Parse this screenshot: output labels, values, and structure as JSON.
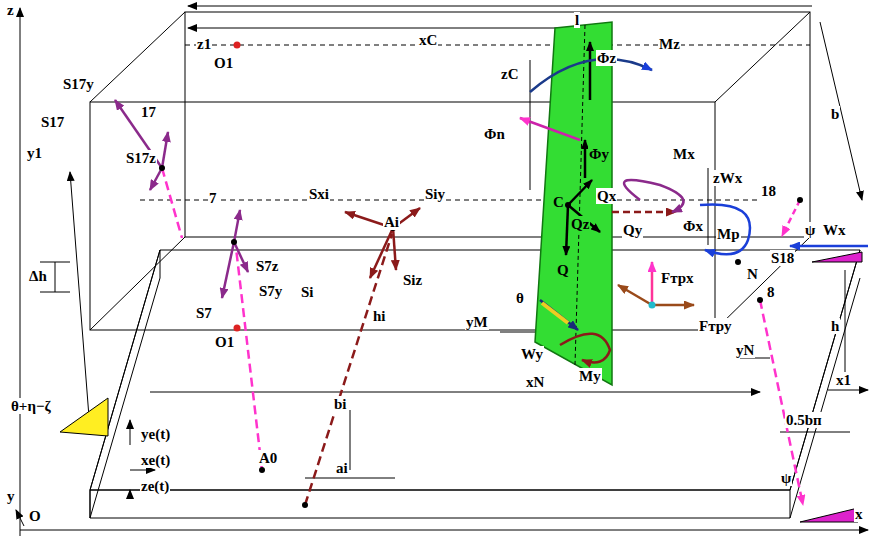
{
  "diagram": {
    "labels": [
      "z",
      "l",
      "xC",
      "z1",
      "O1",
      "zC",
      "Φz",
      "Mz",
      "b",
      "S17y",
      "17",
      "S17",
      "S17z",
      "y1",
      "7",
      "Φn",
      "Φy",
      "Mx",
      "zWx",
      "18",
      "Sxi",
      "Siy",
      "C",
      "Qx",
      "Ai",
      "Qz",
      "Qy",
      "Φx",
      "Mp",
      "S18",
      "ψ",
      "Wx",
      "Δh",
      "S7z",
      "S7y",
      "S7",
      "Si",
      "Siz",
      "Q",
      "N",
      "Fтрx",
      "8",
      "h",
      "θ",
      "hi",
      "yM",
      "Fтрy",
      "yN",
      "O1",
      "Wy",
      "My",
      "x1",
      "xN",
      "bi",
      "0.5bп",
      "θ+η−ζ",
      "ye(t)",
      "xe(t)",
      "A0",
      "ai",
      "ze(t)",
      "y",
      "ψ",
      "O",
      "x"
    ]
  }
}
